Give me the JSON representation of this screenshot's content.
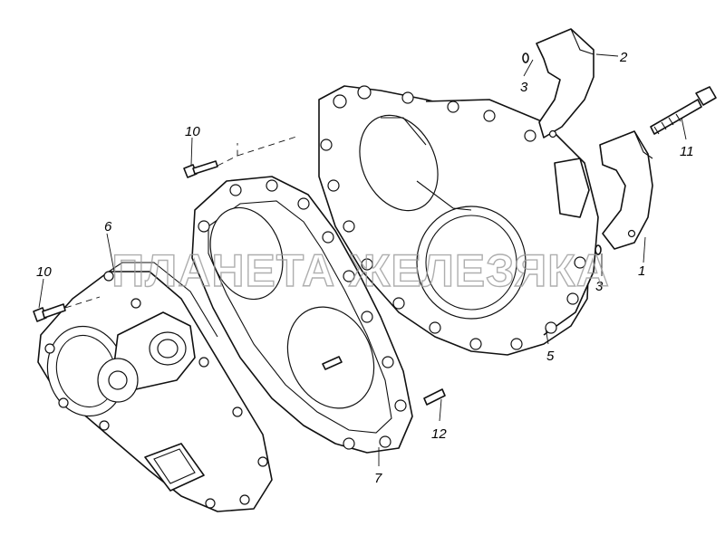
{
  "callouts": {
    "c1": "1",
    "c2": "2",
    "c3a": "3",
    "c3b": "3",
    "c5": "5",
    "c6": "6",
    "c7": "7",
    "c10a": "10",
    "c10b": "10",
    "c11": "11",
    "c12": "12"
  },
  "watermark": "ПЛАНЕТА ЖЕЛЕЗЯКА"
}
